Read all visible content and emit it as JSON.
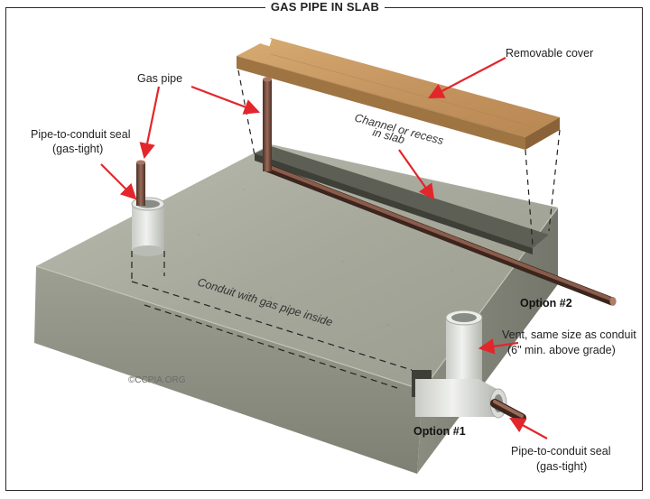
{
  "title": "GAS PIPE IN SLAB",
  "labels": {
    "gas_pipe": "Gas pipe",
    "removable_cover": "Removable cover",
    "seal_left_line1": "Pipe-to-conduit seal",
    "seal_left_line2": "(gas-tight)",
    "channel_line1": "Channel or recess",
    "channel_line2": "in slab",
    "conduit_text": "Conduit with gas pipe inside",
    "option2": "Option #2",
    "option1": "Option #1",
    "vent_line1": "Vent, same size as conduit",
    "vent_line2": "(6\" min. above grade)",
    "seal_bottom_line1": "Pipe-to-conduit seal",
    "seal_bottom_line2": "(gas-tight)",
    "credit": "©CCPIA.ORG"
  },
  "colors": {
    "arrow": "#e3262b",
    "concrete_top": "#a9ab9e",
    "concrete_front": "#8c8e82",
    "wood": "#c89b63",
    "pipe": "#6e4a3c"
  }
}
